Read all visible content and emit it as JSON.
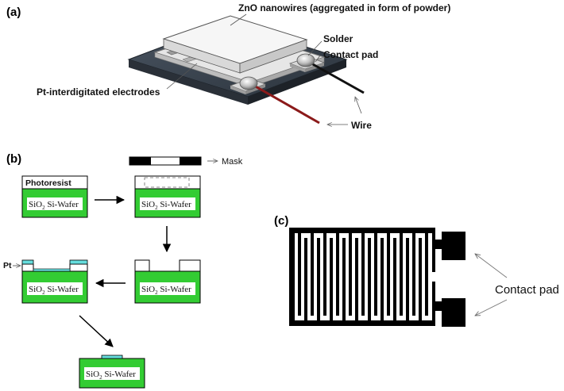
{
  "panels": {
    "a": {
      "label": "(a)",
      "nanowires": "ZnO nanowires (aggregated in form of powder)",
      "solder": "Solder",
      "contact_pad": "Contact pad",
      "electrodes": "Pt-interdigitated  electrodes",
      "wire": "Wire"
    },
    "b": {
      "label": "(b)",
      "mask": "Mask",
      "photoresist": "Photoresist",
      "pt": "Pt",
      "wafer_sio2": "SiO",
      "wafer_sub": "2",
      "wafer_rest": " Si-Wafer"
    },
    "c": {
      "label": "(c)",
      "contact_pad": "Contact pad"
    }
  },
  "colors": {
    "substrate_green": "#33cc33",
    "platinum_cyan": "#66dddd",
    "base_dark": "#3a4450",
    "copper_wire": "#8b1a1a",
    "black_wire": "#111111"
  }
}
